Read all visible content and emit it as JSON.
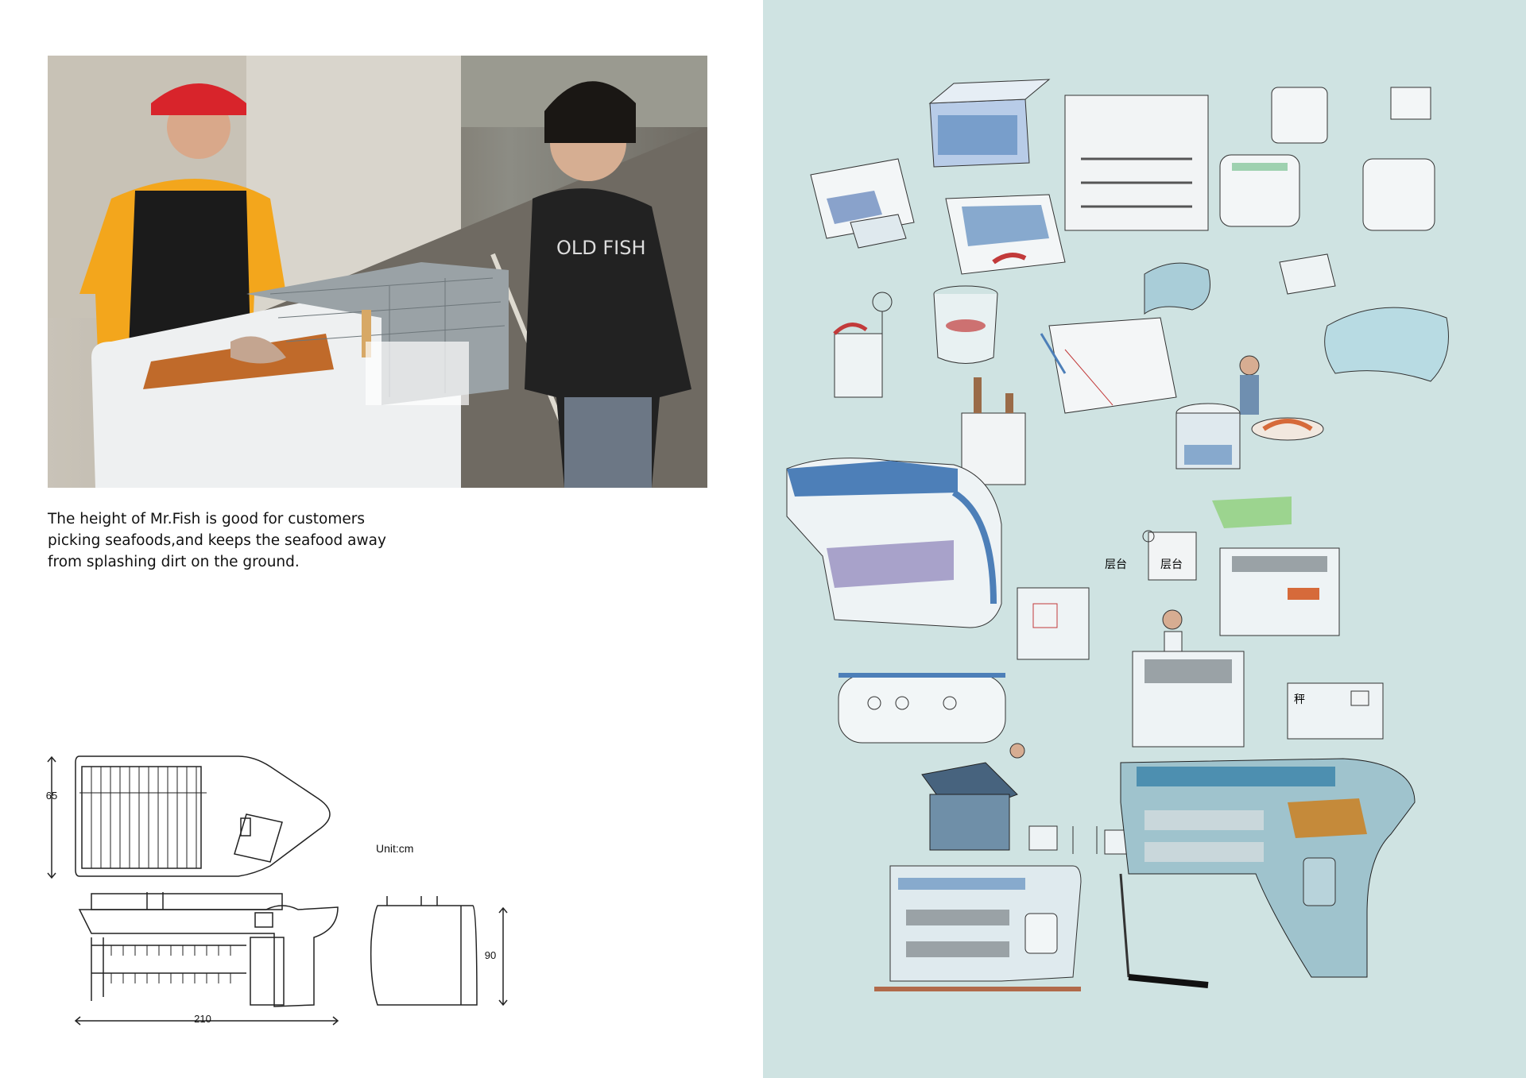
{
  "caption": {
    "line1": "The height of Mr.Fish is good for customers",
    "line2": "picking seafoods,and keeps the seafood away",
    "line3": "from splashing dirt on the ground."
  },
  "drawing": {
    "unit_label": "Unit:cm",
    "dim_depth": "65",
    "dim_length": "210",
    "dim_height": "90"
  },
  "photo": {
    "shirt_text": "OLD FISH"
  },
  "sketch_labels": {
    "counter_tag_1": "层台",
    "counter_tag_2": "层台",
    "counter_tag_3": "秤"
  },
  "colors": {
    "right_page_bg": "#cfe3e2",
    "sketch_blue": "#4d7fb8",
    "sketch_teal": "#8fb9c4",
    "apron_yellow": "#f3a61c",
    "cap_red": "#d8242b"
  }
}
